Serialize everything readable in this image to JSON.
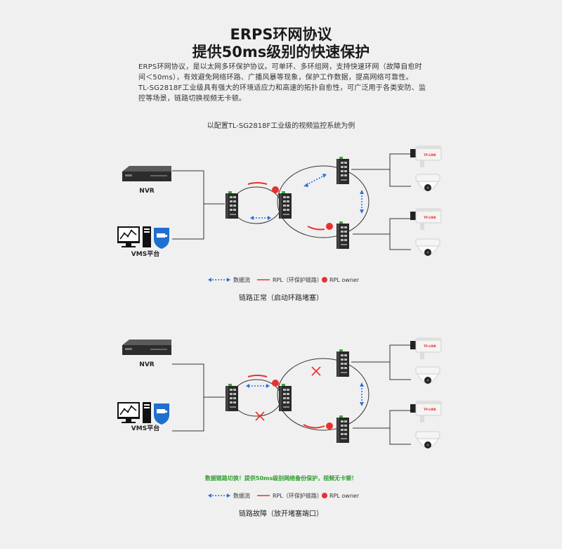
{
  "header": {
    "title_line1": "ERPS环网协议",
    "title_line2": "提供50ms级别的快速保护"
  },
  "intro": {
    "line1": "ERPS环网协议，是以太网多环保护协议。可单环、多环组网，支持快速环网（故障自愈时",
    "line2": "间＜50ms），有效避免网络环路、广播风暴等现象，保护工作数据，提高网络可靠性。",
    "line3": "TL-SG2818F工业级具有强大的环境适应力和高速的拓扑自愈性，可广泛用于各类安防、监",
    "line4": "控等场景，链路切换视频无卡顿。"
  },
  "subtitle": "以配置TL-SG2818F工业级的视频监控系统为例",
  "devices": {
    "nvr_label": "NVR",
    "vms_label": "VMS平台",
    "camera_brand": "TP-LINK"
  },
  "legend": {
    "data_flow": "数据流",
    "rpl": "RPL（环保护链路）",
    "rpl_owner": "RPL owner"
  },
  "diagram_normal": {
    "caption": "链路正常（启动环路堵塞）"
  },
  "diagram_fault": {
    "notice": "数据链路切换！提供50ms级别网络备份保护，视频无卡顿！",
    "caption": "链路故障（放开堵塞端口）"
  },
  "colors": {
    "rpl_red": "#e8312f",
    "flow_blue": "#2f6fe0",
    "notice_green": "#2e9e2e",
    "line_dark": "#333333"
  }
}
